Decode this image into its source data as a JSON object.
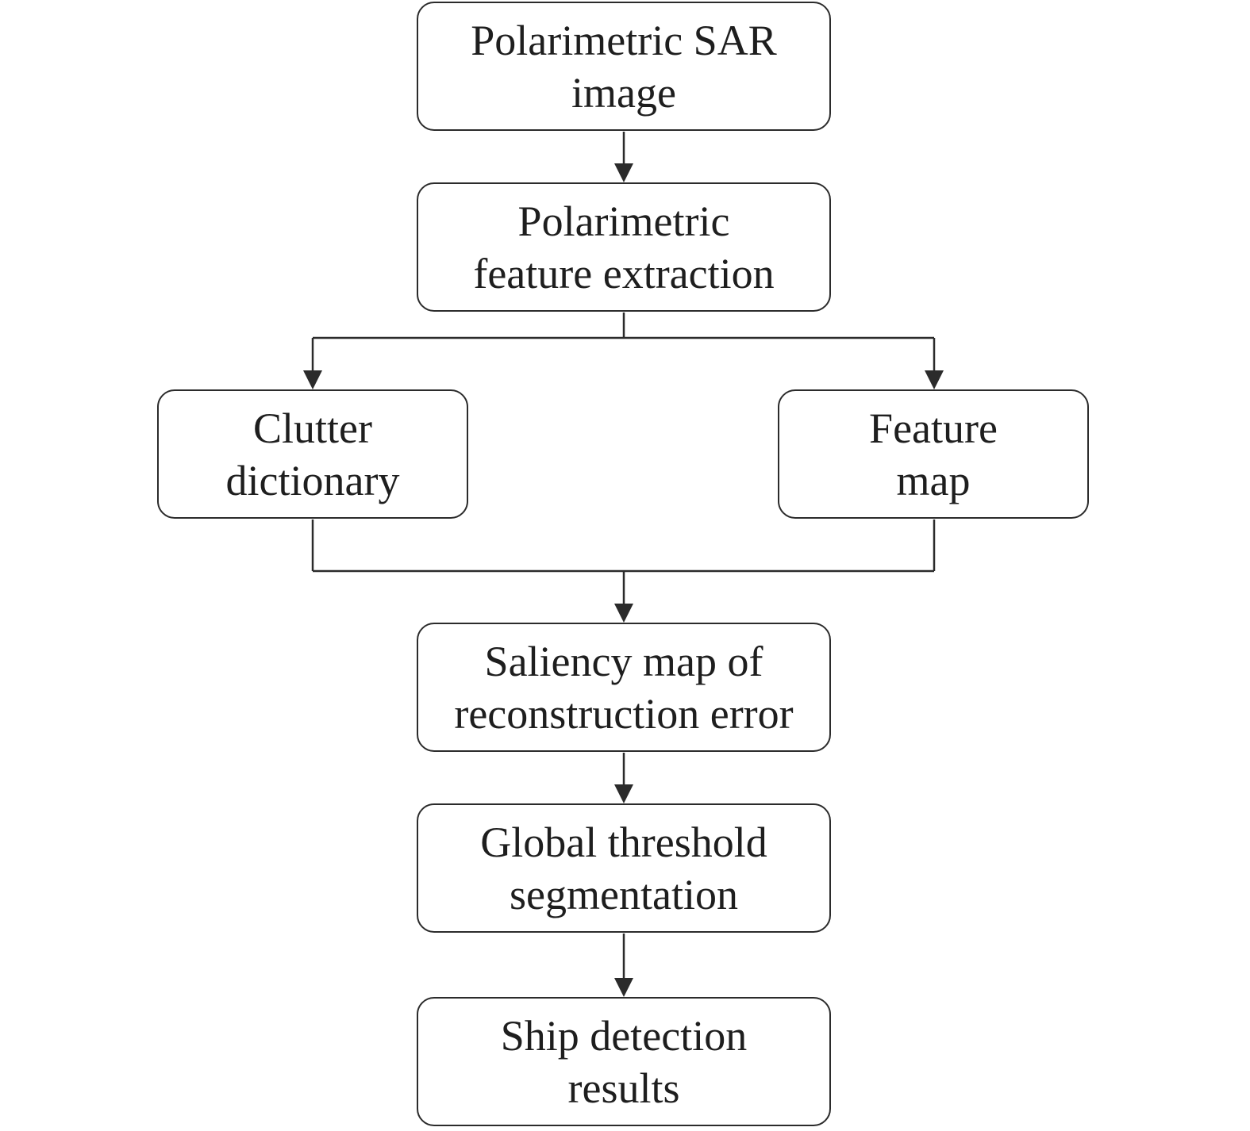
{
  "nodes": {
    "sar_image": {
      "line1": "Polarimetric SAR",
      "line2": "image"
    },
    "feature_extraction": {
      "line1": "Polarimetric",
      "line2": "feature extraction"
    },
    "clutter_dictionary": {
      "line1": "Clutter",
      "line2": "dictionary"
    },
    "feature_map": {
      "line1": "Feature",
      "line2": "map"
    },
    "saliency_map": {
      "line1": "Saliency map of",
      "line2": "reconstruction error"
    },
    "threshold_segmentation": {
      "line1": "Global threshold",
      "line2": "segmentation"
    },
    "detection_results": {
      "line1": "Ship detection",
      "line2": "results"
    }
  },
  "colors": {
    "stroke": "#2b2b2b",
    "text": "#1e1e1e",
    "background": "#ffffff"
  }
}
